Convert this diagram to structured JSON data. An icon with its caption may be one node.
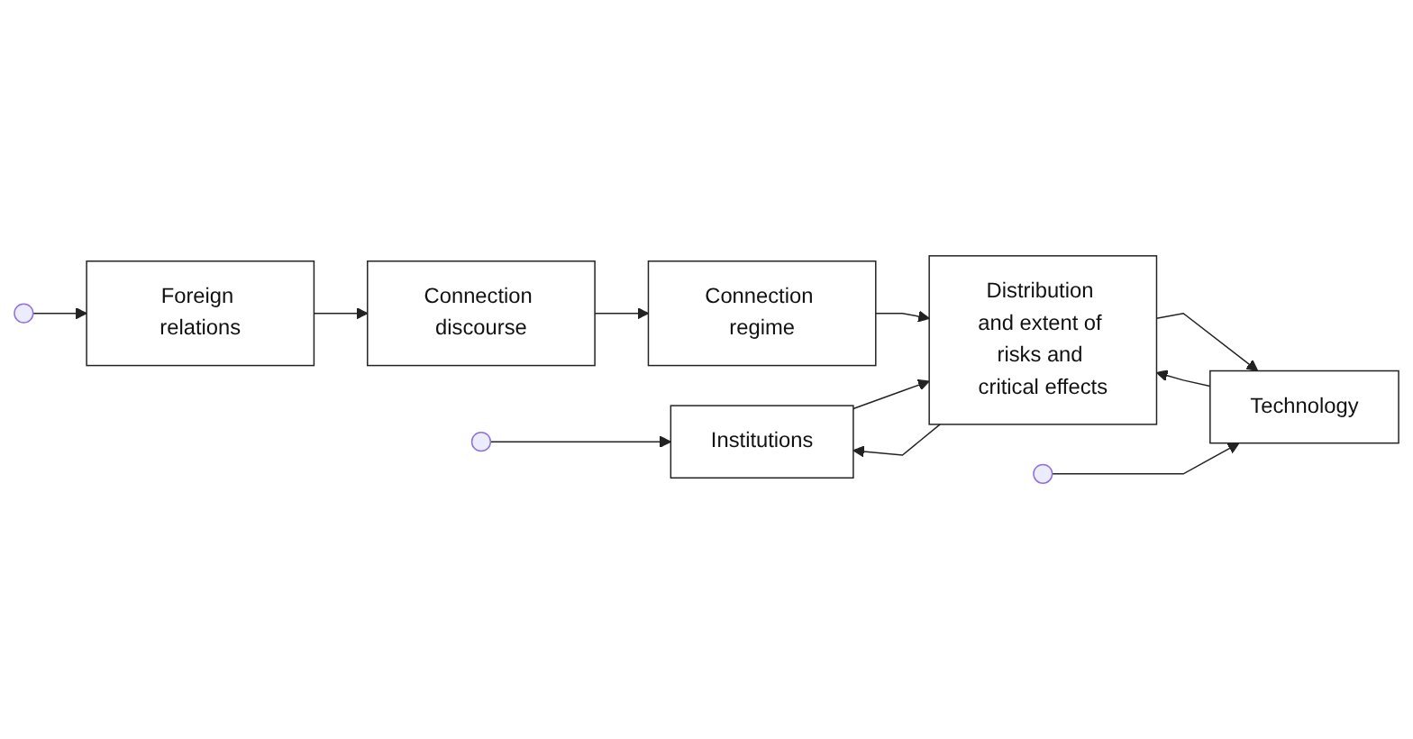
{
  "diagram": {
    "nodes": [
      {
        "text": [
          "Institutions"
        ]
      },
      {
        "text": [
          "Foreign relations"
        ]
      },
      {
        "text": [
          "Connection discourse"
        ]
      },
      {
        "text": [
          "Connection regime"
        ]
      },
      {
        "text": [
          "Distribution and extent of risks and critical effects"
        ]
      },
      {
        "text": [
          "Technology"
        ]
      }
    ],
    "edges": [
      {
        "from": null,
        "to": 0,
        "arrow": "to"
      },
      {
        "from": null,
        "to": 1,
        "arrow": "to"
      },
      {
        "from": null,
        "to": 5,
        "arrow": "to"
      },
      {
        "from": 4,
        "to": 0,
        "arrow": "to"
      },
      {
        "from": 0,
        "to": 4,
        "arrow": "to"
      },
      {
        "from": 1,
        "to": 2,
        "arrow": "to"
      },
      {
        "from": 2,
        "to": 3,
        "arrow": "to"
      },
      {
        "from": 3,
        "to": 4,
        "arrow": "to"
      },
      {
        "from": 5,
        "to": 4,
        "arrow": "to"
      },
      {
        "from": 4,
        "to": 5,
        "arrow": "to"
      }
    ]
  }
}
